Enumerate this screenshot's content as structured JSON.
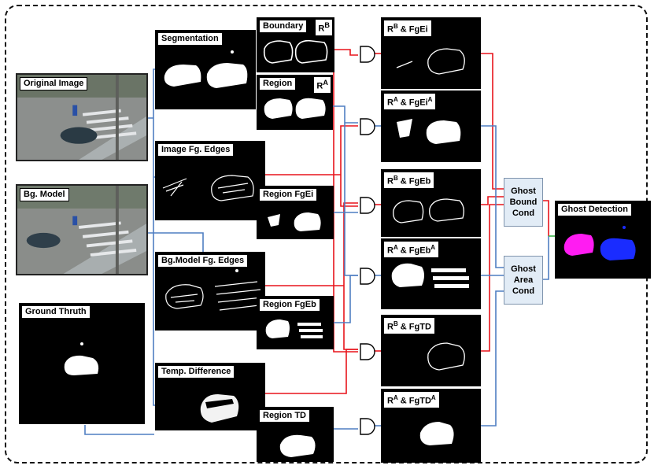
{
  "inputs": {
    "original": "Original Image",
    "bg_model": "Bg. Model",
    "ground_truth": "Ground Thruth"
  },
  "features": {
    "segmentation": "Segmentation",
    "image_fg_edges": "Image Fg. Edges",
    "bg_model_fg_edges": "Bg.Model  Fg. Edges",
    "temp_difference": "Temp. Difference"
  },
  "regions": {
    "boundary": "Boundary",
    "boundary_sup": "R",
    "boundary_sup_letter": "B",
    "region": "Region",
    "region_sup": "R",
    "region_sup_letter": "A",
    "region_fgei": "Region FgEi",
    "region_fgeb": "Region FgEb",
    "region_td": "Region TD"
  },
  "results": [
    {
      "r": "R",
      "sup": "B",
      "rest": " & FgEi",
      "rest_sup": ""
    },
    {
      "r": "R",
      "sup": "A",
      "rest": " & FgEi",
      "rest_sup": "A"
    },
    {
      "r": "R",
      "sup": "B",
      "rest": " & FgEb",
      "rest_sup": ""
    },
    {
      "r": "R",
      "sup": "A",
      "rest": " & FgEb",
      "rest_sup": "A"
    },
    {
      "r": "R",
      "sup": "B",
      "rest": " & FgTD",
      "rest_sup": ""
    },
    {
      "r": "R",
      "sup": "A",
      "rest": " & FgTD",
      "rest_sup": "A"
    }
  ],
  "conditions": {
    "bound_1": "Ghost",
    "bound_2": "Bound",
    "bound_3": "Cond",
    "area_1": "Ghost",
    "area_2": "Area",
    "area_3": "Cond"
  },
  "output": "Ghost Detection",
  "colors": {
    "red_wire": "#e8141c",
    "blue_wire": "#4f7ec2",
    "green_wire": "#3bb54a",
    "magenta_blob": "#ff1cf2",
    "blue_blob": "#1a2cff"
  }
}
